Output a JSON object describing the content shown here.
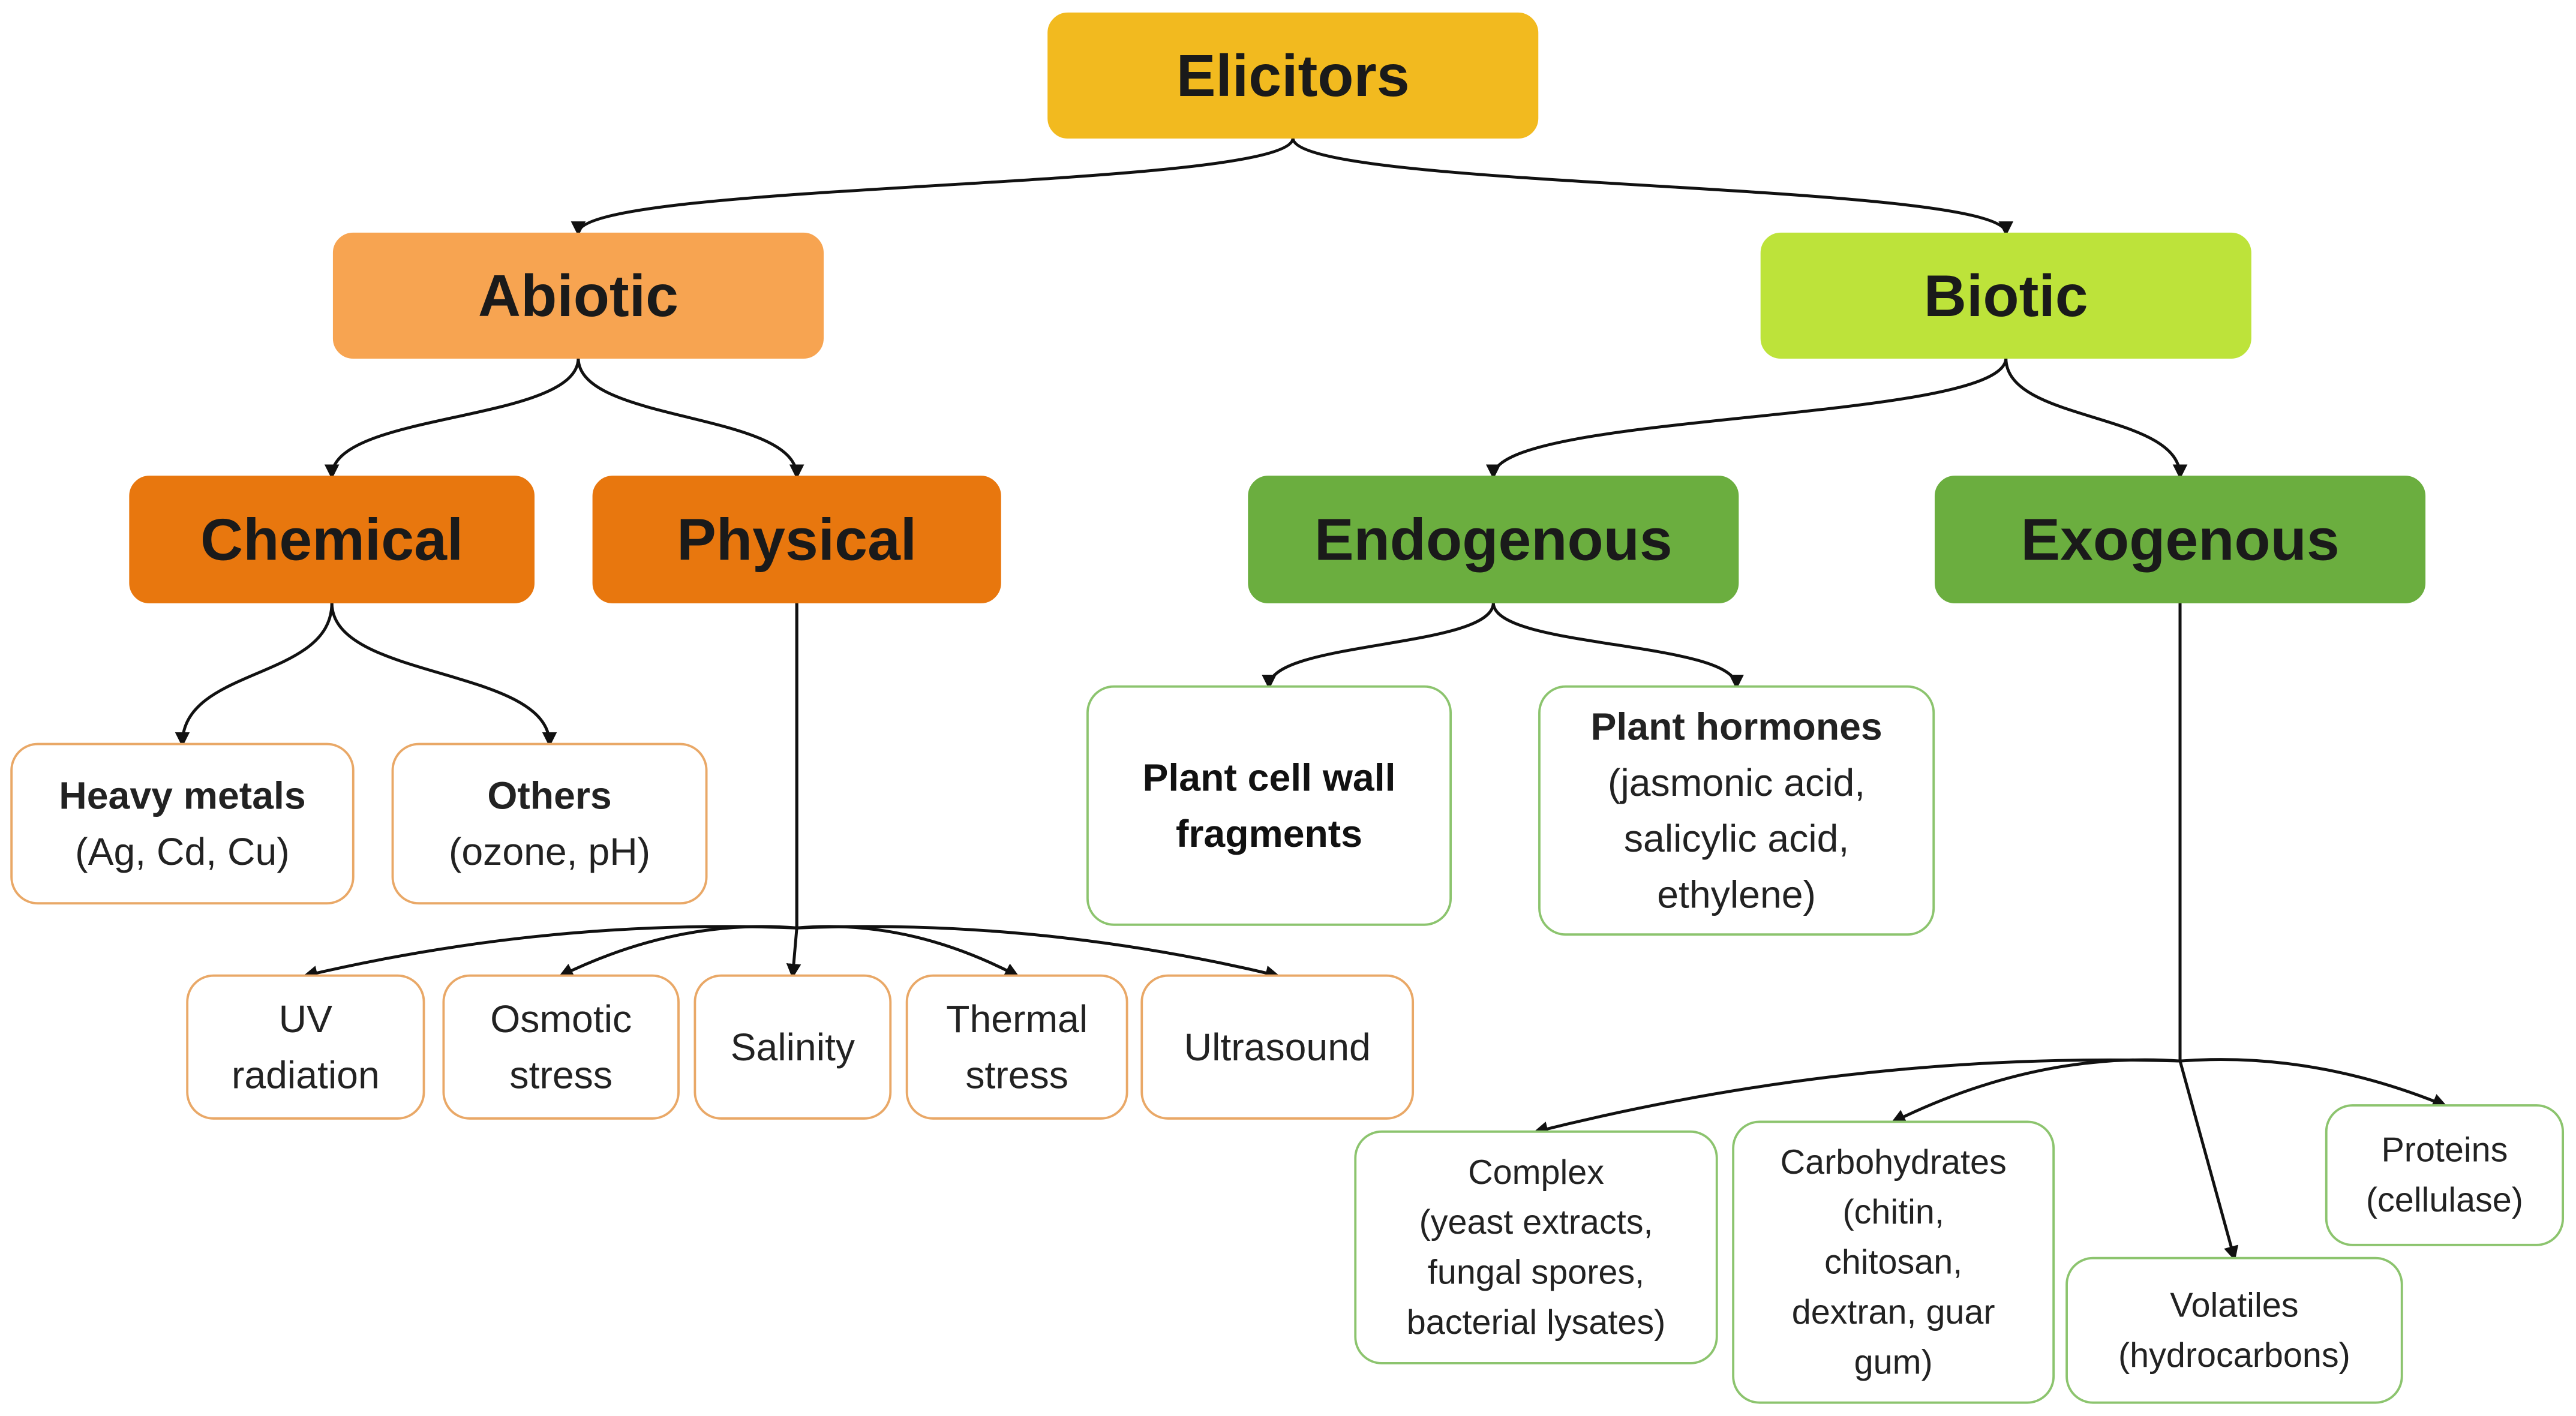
{
  "nodes": [
    {
      "id": "elicitors",
      "lines": [
        "Elicitors"
      ],
      "fill": "#F2BA1F",
      "stroke": "#F2BA1F",
      "text_color": "#1a1a1a",
      "bold_lines": 1,
      "level": "root"
    },
    {
      "id": "abiotic",
      "lines": [
        "Abiotic"
      ],
      "fill": "#F7A451",
      "stroke": "#F7A451",
      "text_color": "#1a1a1a",
      "bold_lines": 1,
      "level": "main"
    },
    {
      "id": "biotic",
      "lines": [
        "Biotic"
      ],
      "fill": "#BDE33A",
      "stroke": "#BDE33A",
      "text_color": "#1a1a1a",
      "bold_lines": 1,
      "level": "main"
    },
    {
      "id": "chemical",
      "lines": [
        "Chemical"
      ],
      "fill": "#E8770E",
      "stroke": "#E8770E",
      "text_color": "#1a1a1a",
      "bold_lines": 1,
      "level": "main"
    },
    {
      "id": "physical",
      "lines": [
        "Physical"
      ],
      "fill": "#E8770E",
      "stroke": "#E8770E",
      "text_color": "#1a1a1a",
      "bold_lines": 1,
      "level": "main"
    },
    {
      "id": "endogenous",
      "lines": [
        "Endogenous"
      ],
      "fill": "#6BAE3F",
      "stroke": "#6BAE3F",
      "text_color": "#1a1a1a",
      "bold_lines": 1,
      "level": "main"
    },
    {
      "id": "exogenous",
      "lines": [
        "Exogenous"
      ],
      "fill": "#6BAE3F",
      "stroke": "#6BAE3F",
      "text_color": "#1a1a1a",
      "bold_lines": 1,
      "level": "main"
    },
    {
      "id": "heavy-metals",
      "lines": [
        "Heavy metals",
        "(Ag, Cd, Cu)"
      ],
      "fill": "#ffffff",
      "stroke": "#E9A867",
      "text_color": "#222222",
      "bold_lines": 1,
      "level": "leaf"
    },
    {
      "id": "others",
      "lines": [
        "Others",
        "(ozone, pH)"
      ],
      "fill": "#ffffff",
      "stroke": "#E9A867",
      "text_color": "#222222",
      "bold_lines": 1,
      "level": "leaf"
    },
    {
      "id": "uv-radiation",
      "lines": [
        "UV",
        "radiation"
      ],
      "fill": "#ffffff",
      "stroke": "#E9A867",
      "text_color": "#222222",
      "bold_lines": 0,
      "level": "leaf"
    },
    {
      "id": "osmotic-stress",
      "lines": [
        "Osmotic",
        "stress"
      ],
      "fill": "#ffffff",
      "stroke": "#E9A867",
      "text_color": "#222222",
      "bold_lines": 0,
      "level": "leaf"
    },
    {
      "id": "salinity",
      "lines": [
        "Salinity"
      ],
      "fill": "#ffffff",
      "stroke": "#E9A867",
      "text_color": "#222222",
      "bold_lines": 0,
      "level": "leaf"
    },
    {
      "id": "thermal-stress",
      "lines": [
        "Thermal",
        "stress"
      ],
      "fill": "#ffffff",
      "stroke": "#E9A867",
      "text_color": "#222222",
      "bold_lines": 0,
      "level": "leaf"
    },
    {
      "id": "ultrasound",
      "lines": [
        "Ultrasound"
      ],
      "fill": "#ffffff",
      "stroke": "#E9A867",
      "text_color": "#222222",
      "bold_lines": 0,
      "level": "leaf"
    },
    {
      "id": "plant-cell-wall",
      "lines": [
        "Plant cell wall",
        "fragments"
      ],
      "fill": "#ffffff",
      "stroke": "#8CC46E",
      "text_color": "#111111",
      "bold_lines": 2,
      "level": "leaf"
    },
    {
      "id": "plant-hormones",
      "lines": [
        "Plant hormones",
        "(jasmonic acid,",
        "salicylic acid,",
        "ethylene)"
      ],
      "fill": "#ffffff",
      "stroke": "#8CC46E",
      "text_color": "#222222",
      "bold_lines": 1,
      "level": "leaf"
    },
    {
      "id": "complex",
      "lines": [
        "Complex",
        "(yeast extracts,",
        "fungal spores,",
        "bacterial lysates)"
      ],
      "fill": "#ffffff",
      "stroke": "#8CC46E",
      "text_color": "#222222",
      "bold_lines": 0,
      "level": "small"
    },
    {
      "id": "carbohydrates",
      "lines": [
        "Carbohydrates",
        "(chitin,",
        "chitosan,",
        "dextran, guar",
        "gum)"
      ],
      "fill": "#ffffff",
      "stroke": "#8CC46E",
      "text_color": "#222222",
      "bold_lines": 0,
      "level": "small"
    },
    {
      "id": "volatiles",
      "lines": [
        "Volatiles",
        "(hydrocarbons)"
      ],
      "fill": "#ffffff",
      "stroke": "#8CC46E",
      "text_color": "#222222",
      "bold_lines": 0,
      "level": "small"
    },
    {
      "id": "proteins",
      "lines": [
        "Proteins",
        "(cellulase)"
      ],
      "fill": "#ffffff",
      "stroke": "#8CC46E",
      "text_color": "#222222",
      "bold_lines": 0,
      "level": "small"
    }
  ],
  "edges": [
    {
      "from": "elicitors",
      "to": "abiotic"
    },
    {
      "from": "elicitors",
      "to": "biotic"
    },
    {
      "from": "abiotic",
      "to": "chemical"
    },
    {
      "from": "abiotic",
      "to": "physical"
    },
    {
      "from": "biotic",
      "to": "endogenous"
    },
    {
      "from": "biotic",
      "to": "exogenous"
    },
    {
      "from": "chemical",
      "to": "heavy-metals"
    },
    {
      "from": "chemical",
      "to": "others"
    },
    {
      "from": "physical",
      "to": "uv-radiation"
    },
    {
      "from": "physical",
      "to": "osmotic-stress"
    },
    {
      "from": "physical",
      "to": "salinity"
    },
    {
      "from": "physical",
      "to": "thermal-stress"
    },
    {
      "from": "physical",
      "to": "ultrasound"
    },
    {
      "from": "endogenous",
      "to": "plant-cell-wall"
    },
    {
      "from": "endogenous",
      "to": "plant-hormones"
    },
    {
      "from": "exogenous",
      "to": "complex"
    },
    {
      "from": "exogenous",
      "to": "carbohydrates"
    },
    {
      "from": "exogenous",
      "to": "volatiles"
    },
    {
      "from": "exogenous",
      "to": "proteins"
    }
  ],
  "edge_color": "#111111"
}
